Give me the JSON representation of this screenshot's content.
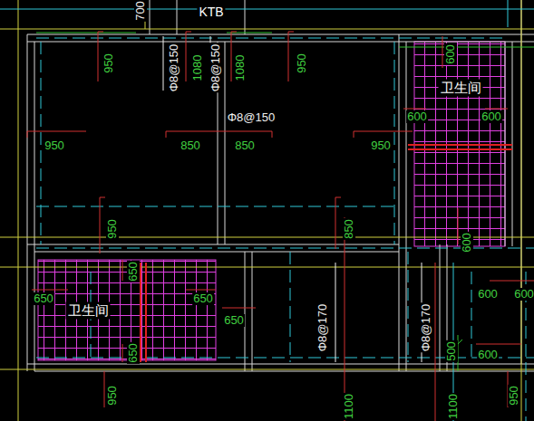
{
  "diagram": {
    "nodes": [
      {
        "text": [
          "KTB"
        ]
      },
      {
        "text": [
          "卫生间"
        ]
      },
      {
        "text": [
          "卫生间"
        ]
      }
    ],
    "labels": [
      "700",
      "950",
      "Φ8@150",
      "1080",
      "Φ8@150",
      "1080",
      "950",
      "600",
      "Φ8@150",
      "950",
      "850",
      "850",
      "950",
      "600",
      "600",
      "950",
      "850",
      "600",
      "650",
      "650",
      "650",
      "650",
      "650",
      "Φ8@170",
      "Φ8@170",
      "500",
      "600",
      "600",
      "600",
      "950",
      "1100",
      "1100",
      "950"
    ]
  }
}
